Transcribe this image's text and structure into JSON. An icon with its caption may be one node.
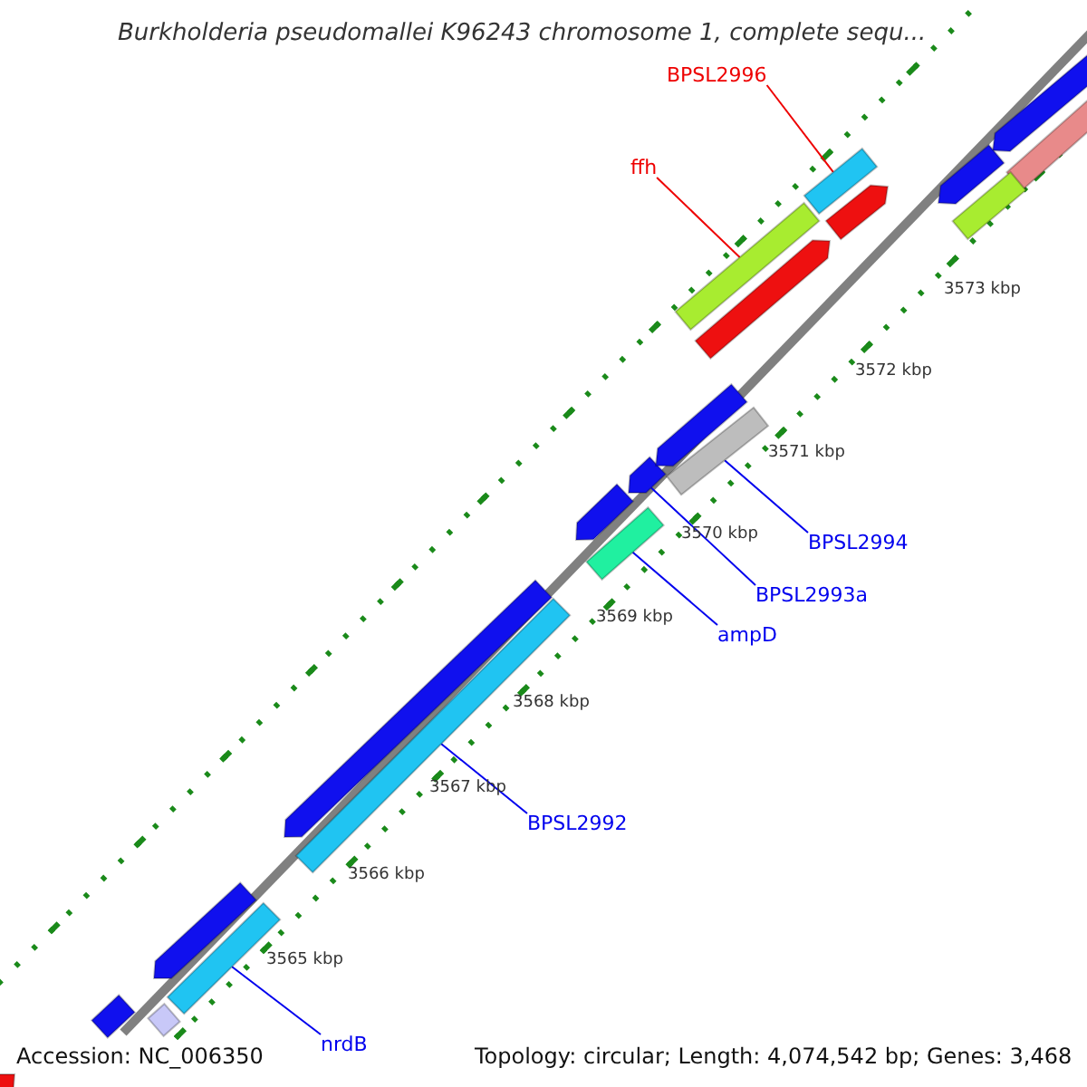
{
  "diagram": {
    "title": "Burkholderia pseudomallei K96243 chromosome 1, complete sequ...",
    "nodes": [
      {
        "text": [
          "BPSL2996"
        ]
      },
      {
        "text": [],
        "shape": "bar"
      },
      {
        "text": [
          "ffh"
        ]
      },
      {
        "text": [],
        "shape": "bar"
      },
      {
        "text": [
          "BPSL2994"
        ]
      },
      {
        "text": [],
        "shape": "bar"
      },
      {
        "text": [
          "BPSL2993a"
        ]
      },
      {
        "text": [],
        "shape": "bar"
      },
      {
        "text": [
          "ampD"
        ]
      },
      {
        "text": [],
        "shape": "bar"
      },
      {
        "text": [
          "BPSL2992"
        ]
      },
      {
        "text": [],
        "shape": "bar"
      },
      {
        "text": [
          "nrdB"
        ]
      },
      {
        "text": [],
        "shape": "bar"
      },
      {
        "text": [],
        "shape": "bar"
      },
      {
        "text": [],
        "shape": "bar"
      },
      {
        "text": [],
        "shape": "bar"
      },
      {
        "text": [],
        "shape": "bar"
      },
      {
        "text": [],
        "shape": "bar"
      },
      {
        "text": [],
        "shape": "bar"
      },
      {
        "text": [],
        "shape": "bar"
      },
      {
        "text": [],
        "shape": "bar"
      },
      {
        "text": [],
        "shape": "bar"
      },
      {
        "text": [],
        "shape": "bar"
      },
      {
        "text": [],
        "shape": "bar"
      },
      {
        "text": [],
        "shape": "bar"
      },
      {
        "text": [],
        "shape": "bar"
      }
    ],
    "edges": [
      {
        "from": 0,
        "to": 1,
        "arrow": "none",
        "color": "#ee0000"
      },
      {
        "from": 2,
        "to": 3,
        "arrow": "none",
        "color": "#ee0000"
      },
      {
        "from": 4,
        "to": 5,
        "arrow": "none"
      },
      {
        "from": 6,
        "to": 7,
        "arrow": "none"
      },
      {
        "from": 8,
        "to": 9,
        "arrow": "none"
      },
      {
        "from": 10,
        "to": 11,
        "arrow": "none"
      },
      {
        "from": 12,
        "to": 13,
        "arrow": "none"
      }
    ],
    "labels": [
      "3573 kbp",
      "3572 kbp",
      "3571 kbp",
      "3570 kbp",
      "3569 kbp",
      "3568 kbp",
      "3567 kbp",
      "3566 kbp",
      "3565 kbp",
      "Accession: NC_006350",
      "Topology: circular; Length: 4,074,542 bp; Genes: 3,468"
    ]
  }
}
